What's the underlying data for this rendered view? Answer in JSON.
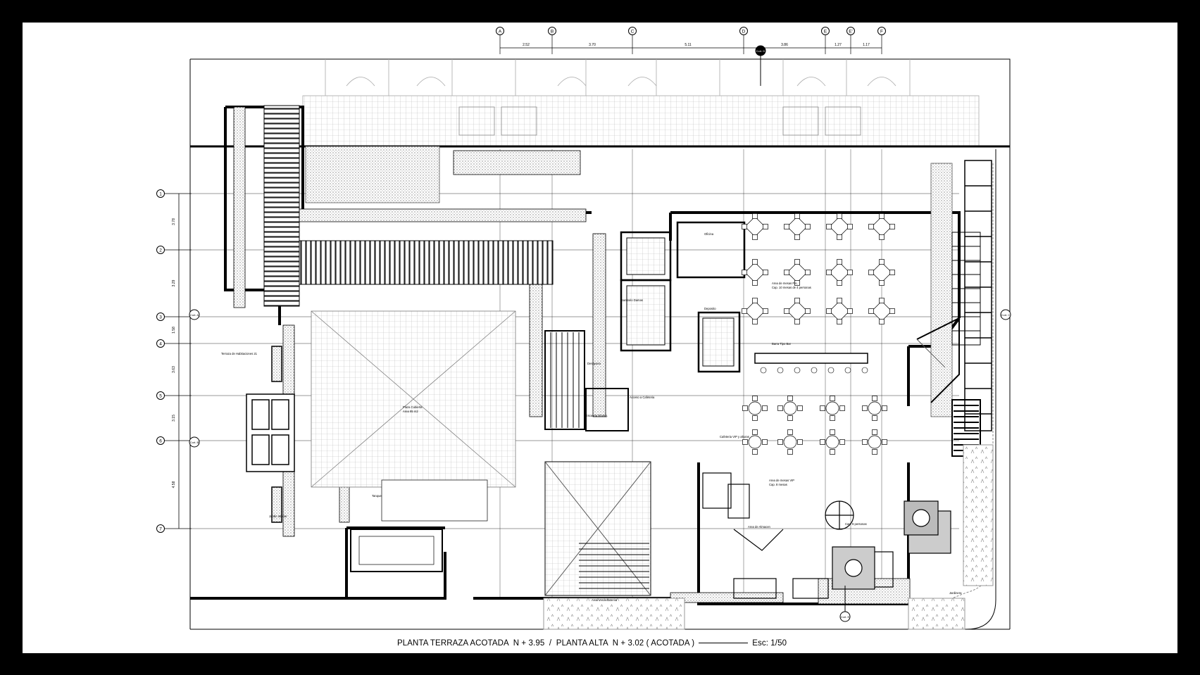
{
  "title": {
    "main": "PLANTA TERRAZA ACOTADA  N + 3.95  /  PLANTA ALTA  N + 3.02 ( ACOTADA )",
    "scale": "Esc: 1/50"
  },
  "grid_columns": [
    {
      "label": "A"
    },
    {
      "label": "B"
    },
    {
      "label": "C"
    },
    {
      "label": "D"
    },
    {
      "label": "E"
    },
    {
      "label": "E'"
    },
    {
      "label": "F"
    }
  ],
  "column_dimensions": [
    "2.52",
    "3.70",
    "5.11",
    "3.86",
    "1.27",
    "1.17"
  ],
  "grid_rows": [
    {
      "label": "1"
    },
    {
      "label": "2"
    },
    {
      "label": "3"
    },
    {
      "label": "4"
    },
    {
      "label": "5"
    },
    {
      "label": "6"
    },
    {
      "label": "7"
    }
  ],
  "row_dimensions": [
    "3.78",
    "3.29",
    "1.58",
    "3.63",
    "3.15",
    "4.58"
  ],
  "section_marks": [
    "Cort. A",
    "Cort. B",
    "Cort. C",
    "Cort. D",
    "Cort. E"
  ],
  "room_labels": {
    "terraza": "Terraza de Habitaciones 21",
    "plaza": "Plaza Cubierta",
    "plaza_area": "Area 95 m2",
    "jardin": "Jardin Interior",
    "escalera": "Escalera Emerg.",
    "bano": "Sanitario Damas",
    "desayuno": "Desayuno",
    "acceso": "Acceso a Cafeteria",
    "area_mesas": "Area de mesas P.A.",
    "area_cap": "Cap. 10 mesas de 4 personas",
    "barra": "Barra Tipo Bar",
    "vip": "Area de mesas VIP",
    "vip_cap": "Cap. 8 mesas",
    "almacen": "Area de Almacen",
    "cap9": "Cap. 9 personas",
    "jardinera": "Jardinera",
    "area_verde": "Area Verde Exterior",
    "cafeteria": "Cafeteria VIP y alturas",
    "deposito": "Deposito",
    "oficina": "Oficina",
    "tanque": "Tanque"
  },
  "north_label": "Cort. D",
  "colors": {
    "line": "#000000",
    "hatch": "#444444",
    "faded": "#999999",
    "background": "#ffffff",
    "frame": "#000000"
  }
}
